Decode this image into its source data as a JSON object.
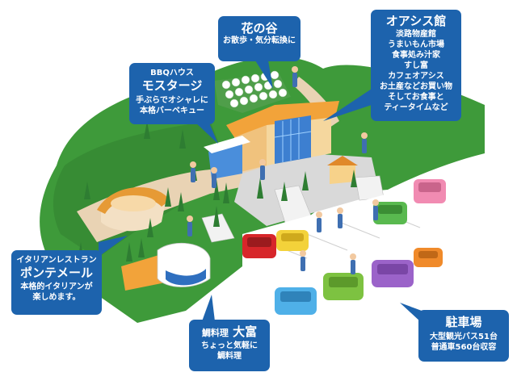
{
  "callouts": {
    "hananotani": {
      "title": "花の谷",
      "lines": [
        "お散歩・気分転換に"
      ]
    },
    "oasis": {
      "title": "オアシス館",
      "lines": [
        "淡路物産館",
        "うまいもん市場",
        "食事処み汁家",
        "すし富",
        "カフェオアシス",
        "お土産などお買い物",
        "そしてお食事と",
        "ティータイムなど"
      ]
    },
    "bbq": {
      "subtitle": "BBQハウス",
      "title": "モスタージ",
      "lines": [
        "手ぶらでオシャレに",
        "本格バーベキュー"
      ]
    },
    "italian": {
      "subtitle": "イタリアンレストラン",
      "title": "ポンテメール",
      "lines": [
        "本格的イタリアンが",
        "楽しめます。"
      ]
    },
    "kappo": {
      "prefix": "鯛料理",
      "title": "大富",
      "lines": [
        "ちょっと気軽に",
        "鯛料理"
      ]
    },
    "parking": {
      "title": "駐車場",
      "lines": [
        "大型観光バス51台",
        "普通車560台収容"
      ]
    }
  },
  "colors": {
    "callout_bg": "#1d63ad",
    "ground_green": "#3e9a3a",
    "path_beige": "#e9d3b4",
    "plaza_gray": "#d9d9d9"
  },
  "icons": [
    "tree-icon",
    "car-icon",
    "person-icon",
    "flower-icon"
  ]
}
